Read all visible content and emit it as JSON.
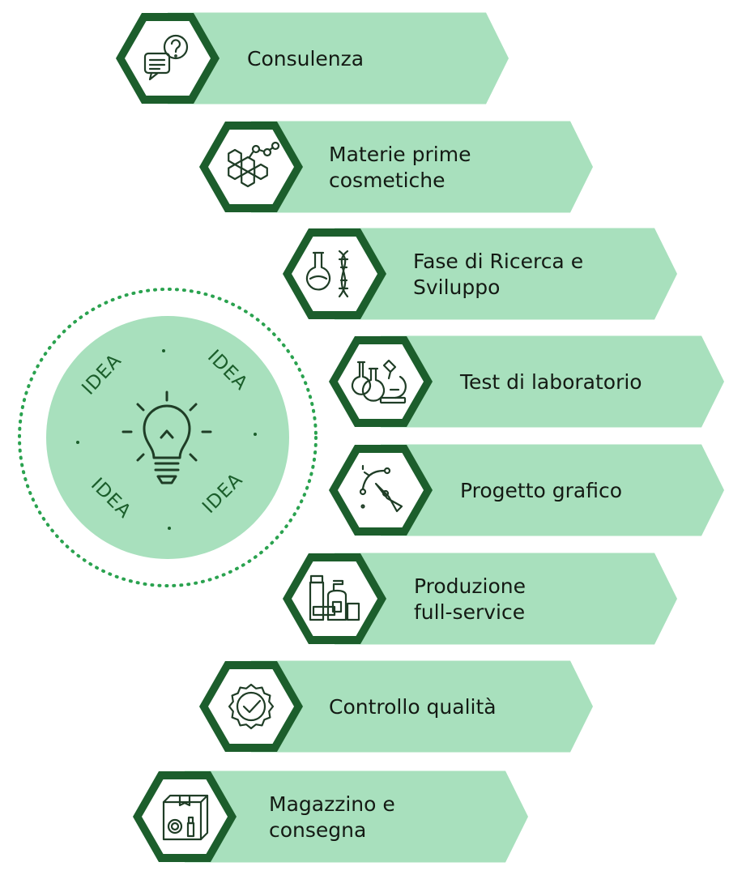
{
  "colors": {
    "banner_fill": "#a8e0bd",
    "hex_border": "#1c5e2c",
    "hex_fill": "#ffffff",
    "icon_stroke": "#1f3d26",
    "circle_fill": "#a8e0bd",
    "dotted_ring": "#2aa24f",
    "text": "#141a14"
  },
  "idea_badge": {
    "words": [
      "IDEA",
      "IDEA",
      "IDEA",
      "IDEA"
    ],
    "icon": "lightbulb-icon"
  },
  "steps": [
    {
      "lines": [
        "Consulenza"
      ],
      "icon": "chat-question-icon"
    },
    {
      "lines": [
        "Materie prime",
        "cosmetiche"
      ],
      "icon": "molecule-icon"
    },
    {
      "lines": [
        "Fase di Ricerca e",
        "Sviluppo"
      ],
      "icon": "flask-dna-icon"
    },
    {
      "lines": [
        "Test di laboratorio"
      ],
      "icon": "lab-flasks-microscope-icon"
    },
    {
      "lines": [
        "Progetto grafico"
      ],
      "icon": "pen-tool-icon"
    },
    {
      "lines": [
        "Produzione",
        "full-service"
      ],
      "icon": "cosmetic-products-icon"
    },
    {
      "lines": [
        "Controllo qualità"
      ],
      "icon": "quality-check-icon"
    },
    {
      "lines": [
        "Magazzino e",
        "consegna"
      ],
      "icon": "package-box-icon"
    }
  ]
}
